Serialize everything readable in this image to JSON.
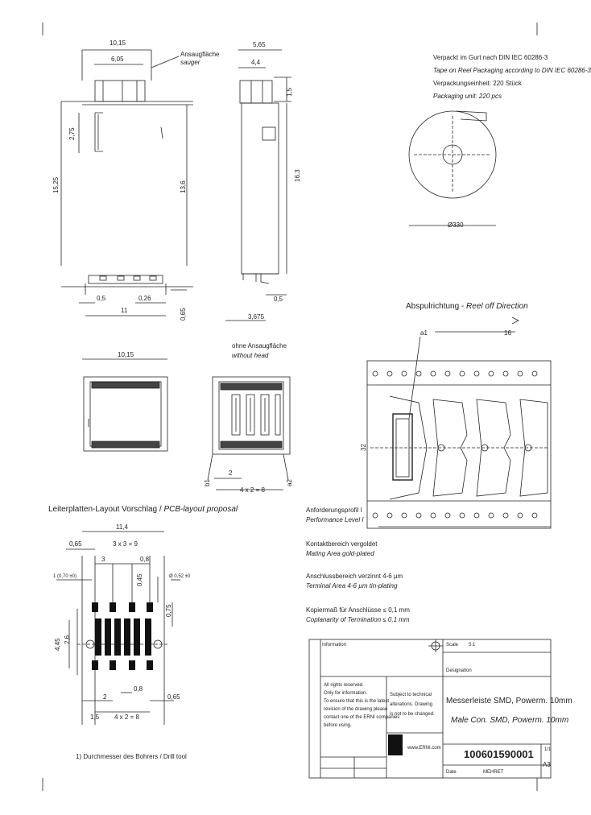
{
  "dimensions": {
    "top_width": "10,15",
    "top_inner": "6,05",
    "side_overall": "5,65",
    "side_inner": "4,4",
    "side_step": "1,5",
    "front_height_small": "2,75",
    "front_height_total": "13,6",
    "side_height": "16,3",
    "left_total": "15,25",
    "bottom_pitch_half": "0,5",
    "bottom_pitch": "0,26",
    "bottom_len": "11",
    "bottom_foot": "0,65",
    "side_bottom_a": "3,675",
    "side_bottom_b": "0,5",
    "plan_width": "10,15",
    "plan2_pitch": "2",
    "plan2_span": "4 x 2 = 8",
    "a1_label": "a1",
    "b1_label": "b1",
    "a2_label": "a2",
    "pcb_total": "11,4",
    "pcb_edge": "0,65",
    "pcb_span3": "3",
    "pcb_span": "3 x 3 = 9",
    "pcb_d8": "0,8",
    "pcb_hole": "1 (0,70 ±0)",
    "pcb_hole_right": "Ø 0,52 ±0",
    "pcb_045": "0,45",
    "pcb_075": "0,75",
    "pcb_445": "4,45",
    "pcb_26": "2,6",
    "pcb_2": "2",
    "pcb_08b": "0,8",
    "pcb_065b": "0,65",
    "pcb_15": "1,5",
    "pcb_span2": "4 x 2 = 8",
    "reel_diameter": "Ø330",
    "reel_pitch": "16",
    "reel_width": "32"
  },
  "labels": {
    "ansaugflaeche": "Ansaugfläche",
    "ansaug_en": "sauger",
    "ohne_ansaug": "ohne Ansaugfläche",
    "ohne_ansaug_en": "without head",
    "reel_info_1": "Verpackt im Gurt nach DIN IEC 60286-3",
    "reel_info_2": "Tape on Reel Packaging according to DIN IEC 60286-3",
    "reel_info_3": "Verpackungseinheit:  220 Stück",
    "reel_info_4": "Packaging unit:  220 pcs",
    "reel_direction_de": "Abspulrichtung - ",
    "reel_direction_en": "Reel off Direction",
    "pcb_title_de": "Leiterplatten-Layout Vorschlag / ",
    "pcb_title_en": "PCB-layout proposal",
    "pcb_footnote": "1) Durchmesser des Bohrers / Drill tool",
    "note_1_de": "Anforderungsprofil I",
    "note_1_en": "Performance Level I",
    "note_2_de": "Kontaktbereich vergoldet",
    "note_2_en": "Mating Area gold-plated",
    "note_3_de": "Anschlussbereich verzinnt 4-6 µm",
    "note_3_en": "Terminal Area 4-6 µm tin-plating",
    "note_4_de": "Kopiermaß für Anschlüsse ≤ 0,1 mm",
    "note_4_en": "Coplanarity of Termination ≤ 0,1 mm"
  },
  "title_block": {
    "info_label": "Information",
    "scale_label": "Scale",
    "scale_value": "5:1",
    "designation_label": "Designation",
    "rights_1": "All rights reserved.",
    "rights_2": "Only for information.",
    "rights_3": "To ensure that this is the latest",
    "rights_4": "revision of the drawing please",
    "rights_5": "contact one of the ERNI companies",
    "rights_6": "before using.",
    "subject_1": "Subject to technical",
    "subject_2": "alterations. Drawing",
    "subject_3": "is not to be changed.",
    "title_de": "Messerleiste SMD, Powerm. 10mm",
    "title_en": "Male Con. SMD, Powerm. 10mm",
    "website": "www.ERNI.com",
    "part_number": "100601590001",
    "sheet": "1/1",
    "format": "A3",
    "date_label": "Date",
    "drawn_label": "MEHRET"
  }
}
